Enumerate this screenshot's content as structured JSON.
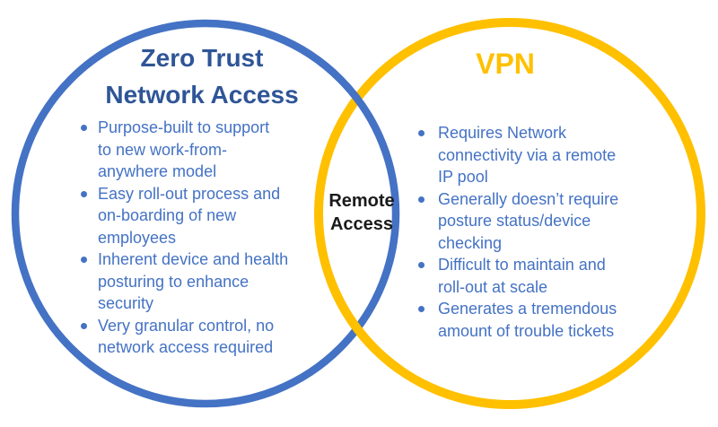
{
  "colors": {
    "ztna_blue": "#4472C4",
    "vpn_gold": "#FFC000",
    "title_blue": "#2F5597",
    "bullet_text_blue": "#4472C4",
    "overlap_text": "#1A1A1A"
  },
  "venn": {
    "left": {
      "title": "Zero Trust\nNetwork Access",
      "items": [
        {
          "text": "Purpose-built to support\nto new work-from-\nanywhere model"
        },
        {
          "text": "Easy roll-out process and\non-boarding of new\nemployees"
        },
        {
          "text": "Inherent device and health\nposturing to enhance\nsecurity"
        },
        {
          "text": "Very granular control, no\nnetwork access required"
        }
      ]
    },
    "right": {
      "title": "VPN",
      "items": [
        {
          "text": "Requires Network\nconnectivity via a remote\nIP pool"
        },
        {
          "text": "Generally doesn’t require\nposture status/device\nchecking"
        },
        {
          "text": "Difficult to maintain and\nroll-out at scale"
        },
        {
          "text": "Generates a tremendous\namount of trouble tickets"
        }
      ]
    },
    "overlap": {
      "label": "Remote\nAccess"
    }
  }
}
